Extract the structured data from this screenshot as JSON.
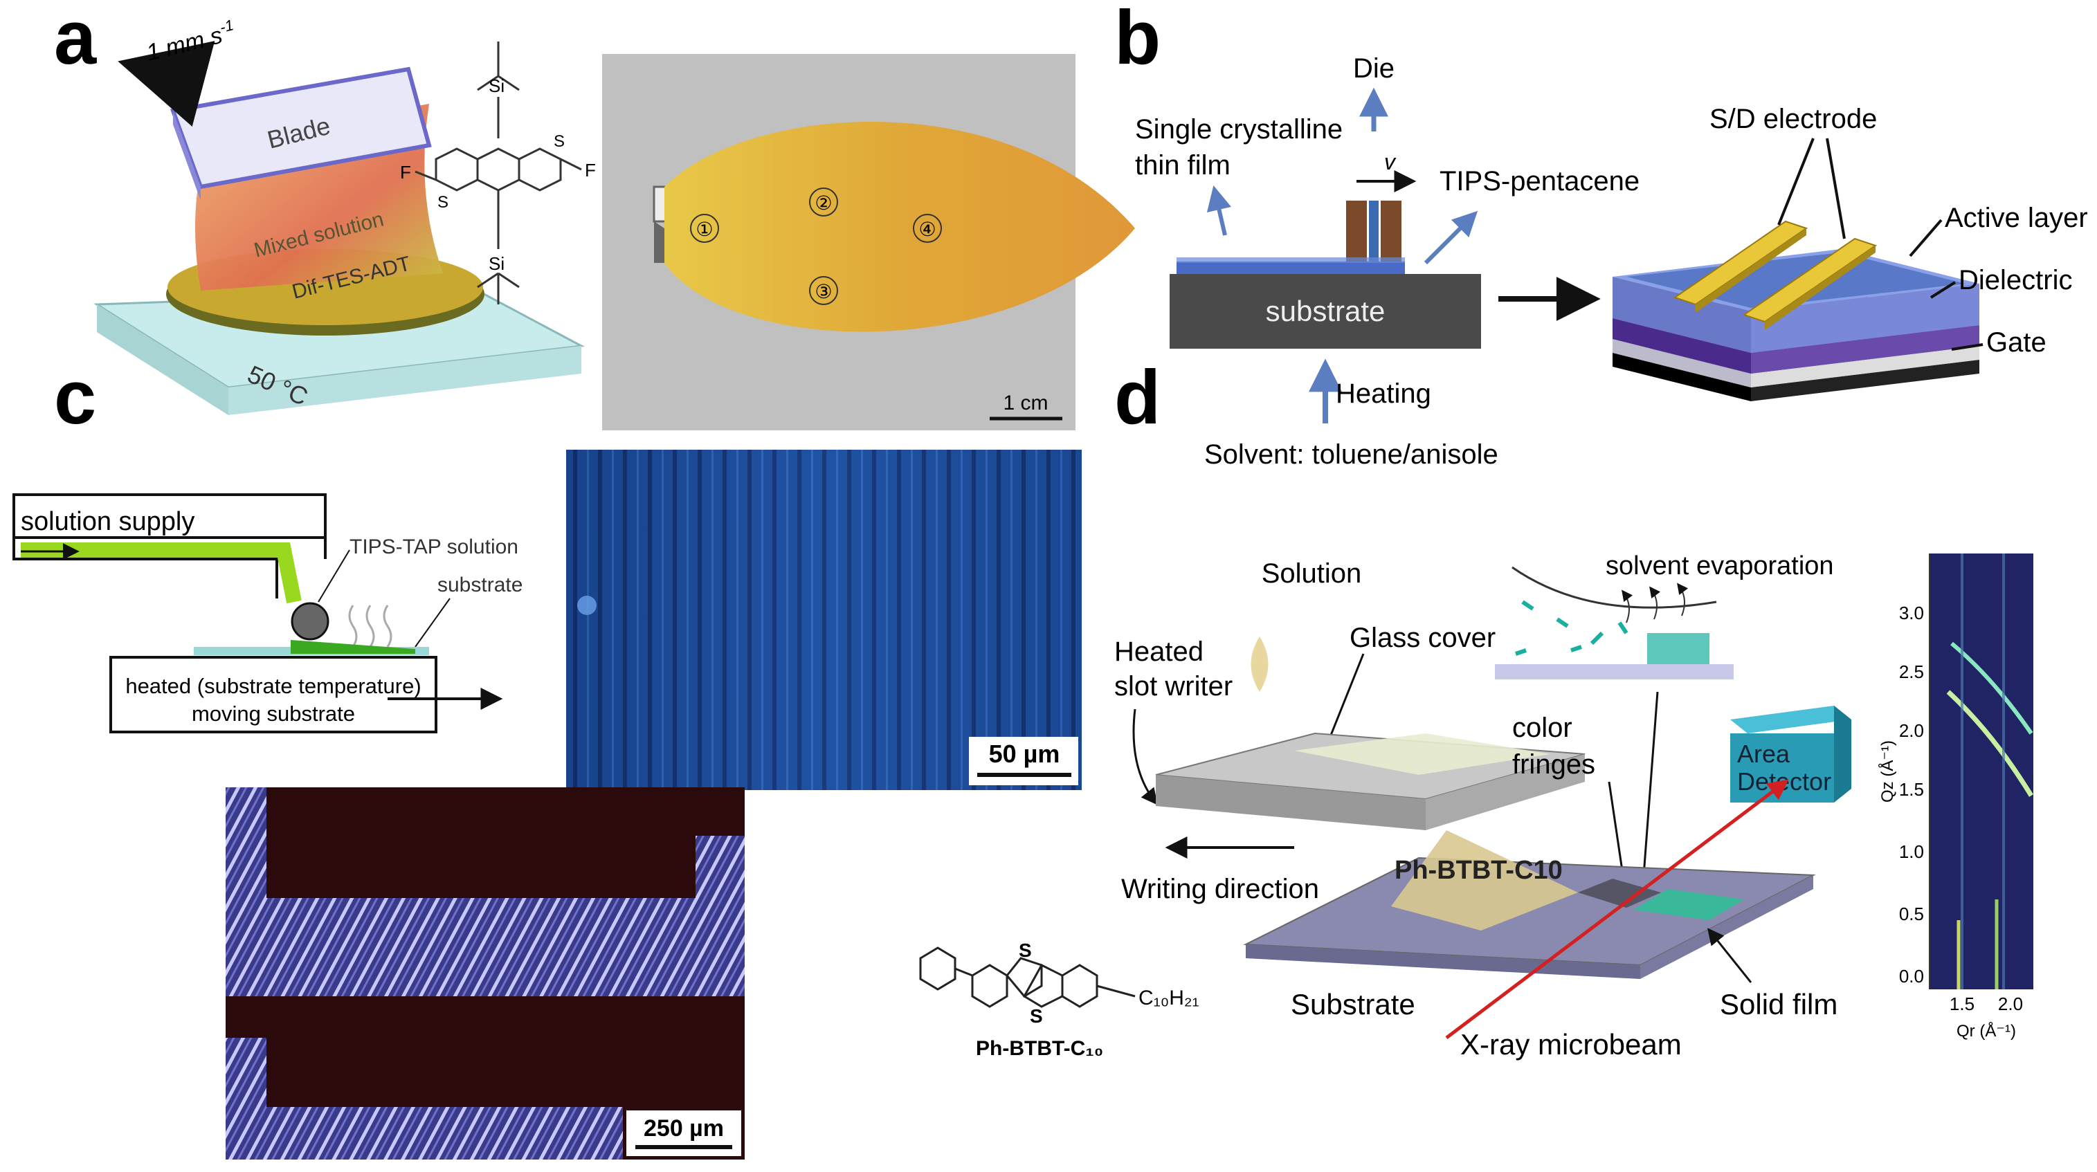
{
  "panels": {
    "a": {
      "letter": "a",
      "speed": "1 mm s",
      "speed_exp": "-1",
      "blade": "Blade",
      "mixed": "Mixed solution",
      "material": "Dif-TES-ADT",
      "temp": "50 °C",
      "mol_si_top": "Si",
      "mol_si_bottom": "Si",
      "mol_f_left": "F",
      "mol_f_right": "F",
      "mol_s_left": "S",
      "mol_s_right": "S",
      "spots": [
        "①",
        "②",
        "③",
        "④"
      ],
      "scale": "1 cm"
    },
    "b": {
      "letter": "b",
      "die": "Die",
      "v": "v",
      "single1": "Single crystalline",
      "single2": "thin film",
      "tips": "TIPS-pentacene",
      "substrate": "substrate",
      "heating": "Heating",
      "solvent": "Solvent: toluene/anisole",
      "sd": "S/D electrode",
      "active": "Active layer",
      "dielectric": "Dielectric",
      "gate": "Gate"
    },
    "c": {
      "letter": "c",
      "supply": "solution supply",
      "tipstap": "TIPS-TAP solution",
      "substrate": "substrate",
      "heated1": "heated (substrate temperature)",
      "heated2": "moving substrate",
      "scale1": "50 µm",
      "scale2": "250 µm"
    },
    "d": {
      "letter": "d",
      "solution": "Solution",
      "glass": "Glass cover",
      "heated1": "Heated",
      "heated2": "slot writer",
      "evap": "solvent evaporation",
      "fringe1": "color",
      "fringe2": "fringes",
      "area1": "Area",
      "area2": "Detector",
      "writing": "Writing direction",
      "material": "Ph-BTBT-C10",
      "substrate": "Substrate",
      "xray": "X-ray microbeam",
      "solid": "Solid film",
      "mol_s_top": "S",
      "mol_s_bottom": "S",
      "mol_chain": "C₁₀H₂₁",
      "mol_name": "Ph-BTBT-C₁₀"
    },
    "gixd": {
      "yticks": [
        "3.0",
        "2.5",
        "2.0",
        "1.5",
        "1.0",
        "0.5",
        "0.0"
      ],
      "xticks": [
        "1.5",
        "2.0"
      ],
      "ylabel": "Qz (Å⁻¹)",
      "xlabel": "Qr (Å⁻¹)"
    }
  },
  "colors": {
    "blade": "#8a88d8",
    "substrate_block": "#4a4a4a",
    "arrow_blue": "#5a7ec0",
    "crystal_blue": "#1e4f9a",
    "dark_red": "#2a0a0a",
    "detector": "#2a9bb5",
    "film_green": "#3ab89a",
    "xray_red": "#d42020"
  }
}
